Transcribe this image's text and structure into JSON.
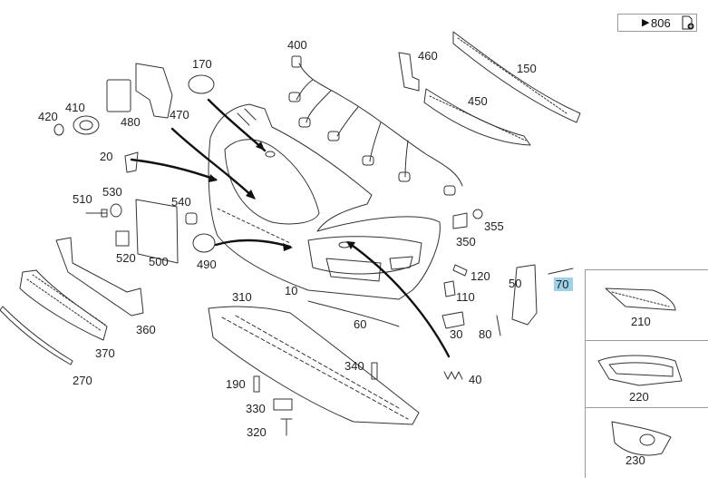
{
  "reference": {
    "arrow": "▶",
    "page": "806",
    "icon": "page-add-icon"
  },
  "highlight_color": "#9ed0e6",
  "callouts": [
    {
      "id": "l400",
      "text": "400"
    },
    {
      "id": "l460",
      "text": "460"
    },
    {
      "id": "l150",
      "text": "150"
    },
    {
      "id": "l170",
      "text": "170"
    },
    {
      "id": "l450",
      "text": "450"
    },
    {
      "id": "l410",
      "text": "410"
    },
    {
      "id": "l420",
      "text": "420"
    },
    {
      "id": "l480",
      "text": "480"
    },
    {
      "id": "l470",
      "text": "470"
    },
    {
      "id": "l20",
      "text": "20"
    },
    {
      "id": "l510",
      "text": "510"
    },
    {
      "id": "l530",
      "text": "530"
    },
    {
      "id": "l540",
      "text": "540"
    },
    {
      "id": "l355",
      "text": "355"
    },
    {
      "id": "l350",
      "text": "350"
    },
    {
      "id": "l520",
      "text": "520"
    },
    {
      "id": "l500",
      "text": "500"
    },
    {
      "id": "l490",
      "text": "490"
    },
    {
      "id": "l120",
      "text": "120"
    },
    {
      "id": "l50",
      "text": "50"
    },
    {
      "id": "l70",
      "text": "70"
    },
    {
      "id": "l310",
      "text": "310"
    },
    {
      "id": "l10",
      "text": "10"
    },
    {
      "id": "l110",
      "text": "110"
    },
    {
      "id": "l360",
      "text": "360"
    },
    {
      "id": "l60",
      "text": "60"
    },
    {
      "id": "l30",
      "text": "30"
    },
    {
      "id": "l80",
      "text": "80"
    },
    {
      "id": "l370",
      "text": "370"
    },
    {
      "id": "l340",
      "text": "340"
    },
    {
      "id": "l40",
      "text": "40"
    },
    {
      "id": "l270",
      "text": "270"
    },
    {
      "id": "l190",
      "text": "190"
    },
    {
      "id": "l330",
      "text": "330"
    },
    {
      "id": "l320",
      "text": "320"
    },
    {
      "id": "l210",
      "text": "210"
    },
    {
      "id": "l220",
      "text": "220"
    },
    {
      "id": "l230",
      "text": "230"
    }
  ]
}
